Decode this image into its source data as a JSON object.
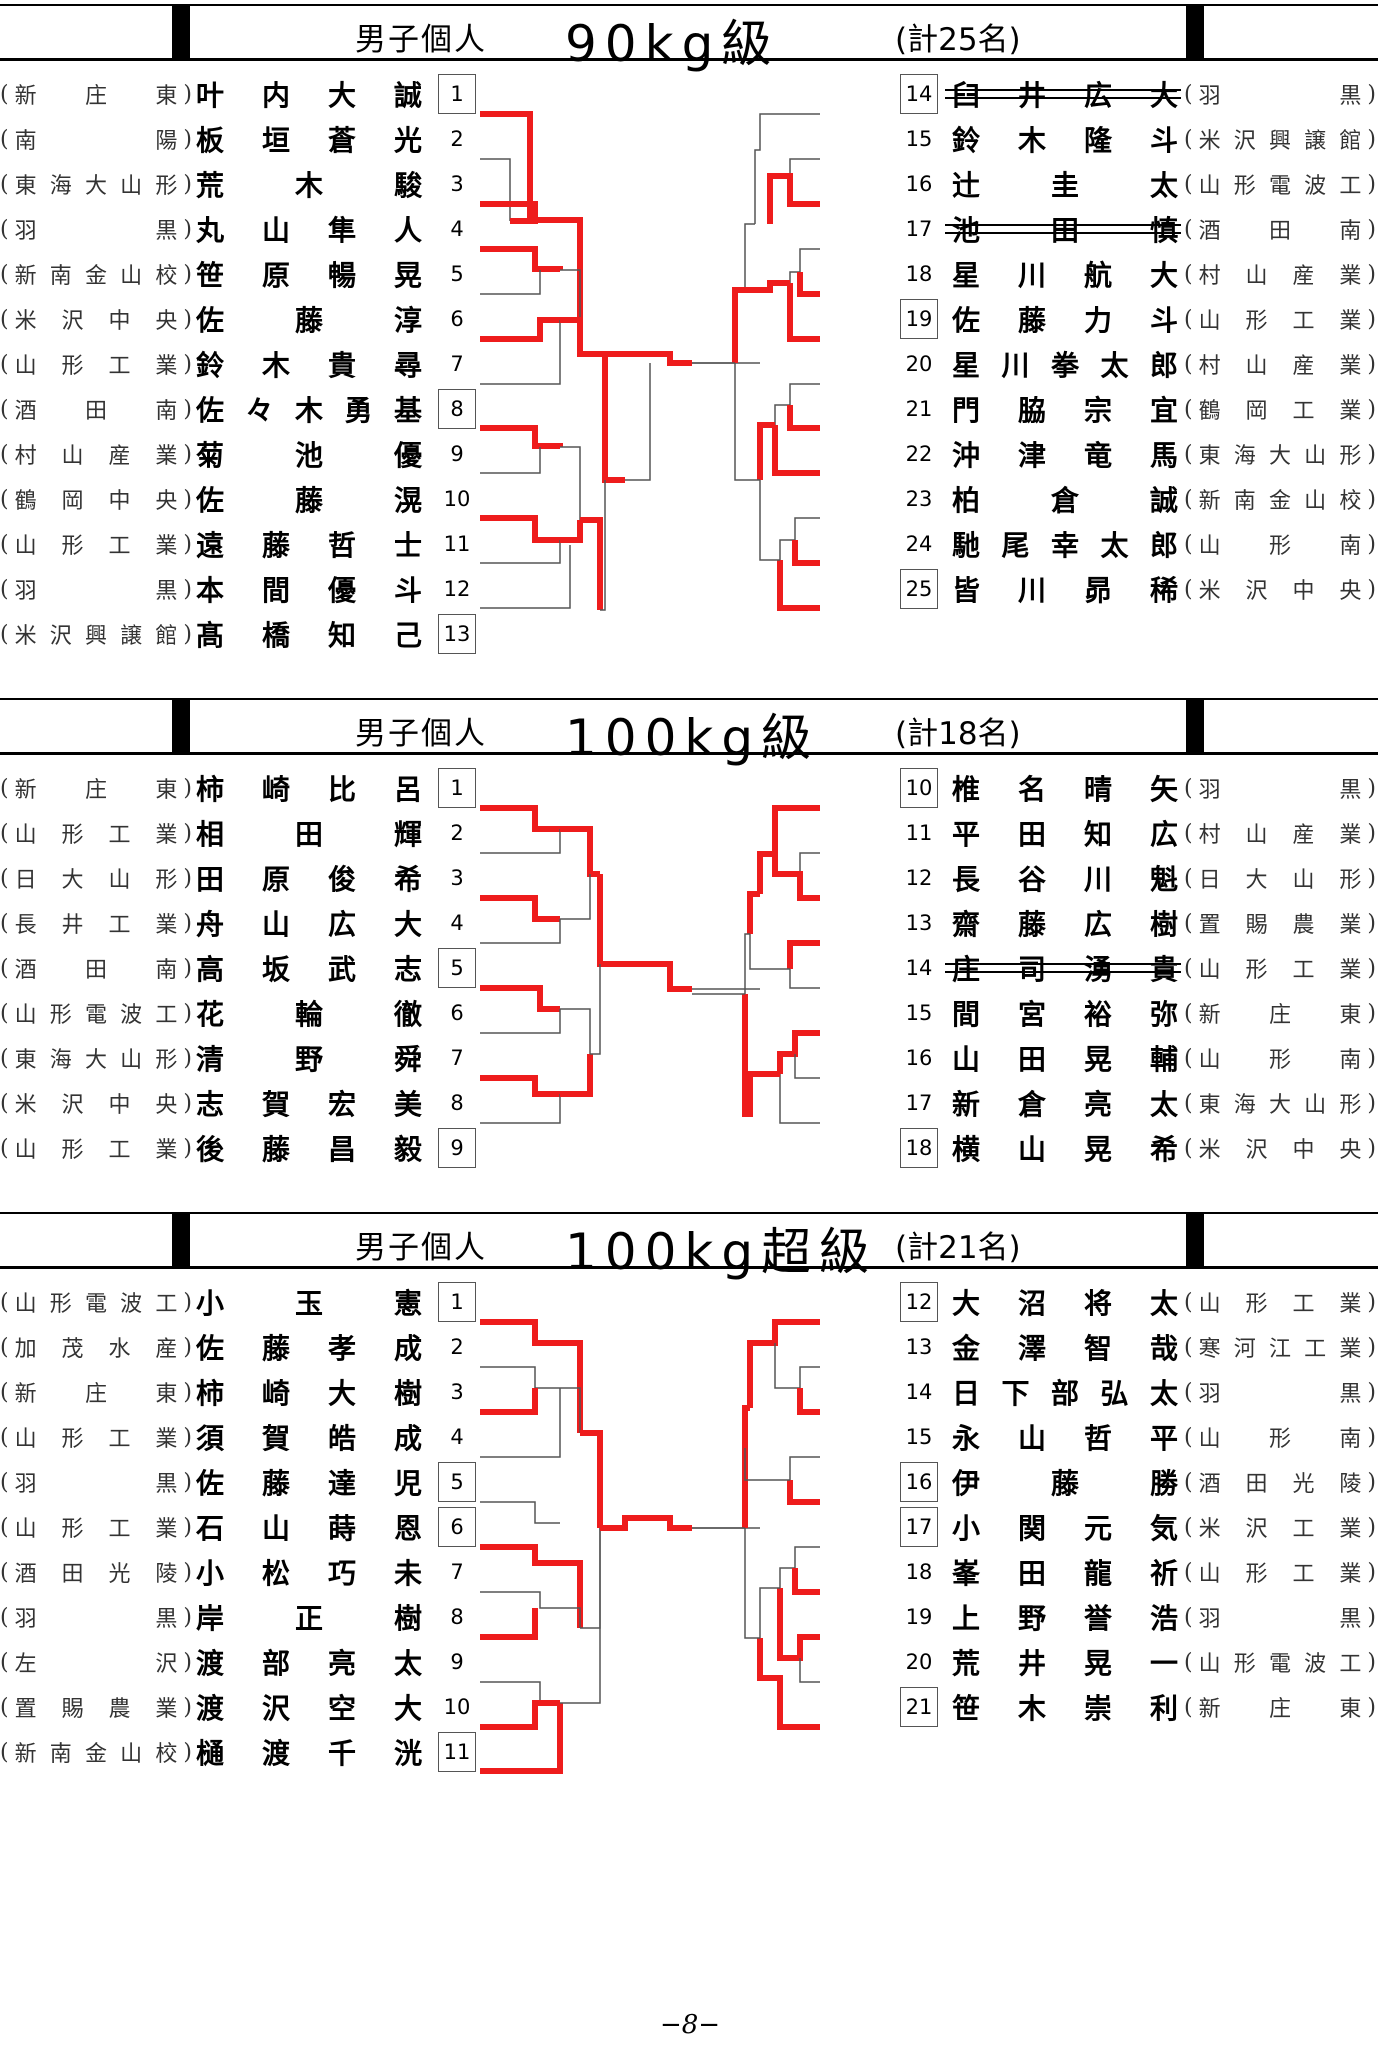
{
  "brackets": [
    {
      "category": "男子個人",
      "weight": "90kg級",
      "count": "(計25名)",
      "left": [
        {
          "num": "1",
          "boxed": true,
          "name": "叶内大誠",
          "school": "新庄東"
        },
        {
          "num": "2",
          "boxed": false,
          "name": "板垣蒼光",
          "school": "南陽"
        },
        {
          "num": "3",
          "boxed": false,
          "name": "荒木駿",
          "school": "東海大山形"
        },
        {
          "num": "4",
          "boxed": false,
          "name": "丸山隼人",
          "school": "羽黒"
        },
        {
          "num": "5",
          "boxed": false,
          "name": "笹原暢晃",
          "school": "新南金山校"
        },
        {
          "num": "6",
          "boxed": false,
          "name": "佐藤淳",
          "school": "米沢中央"
        },
        {
          "num": "7",
          "boxed": false,
          "name": "鈴木貴尋",
          "school": "山形工業"
        },
        {
          "num": "8",
          "boxed": true,
          "name": "佐々木勇基",
          "school": "酒田南"
        },
        {
          "num": "9",
          "boxed": false,
          "name": "菊池優",
          "school": "村山産業"
        },
        {
          "num": "10",
          "boxed": false,
          "name": "佐藤滉",
          "school": "鶴岡中央"
        },
        {
          "num": "11",
          "boxed": false,
          "name": "遠藤哲士",
          "school": "山形工業"
        },
        {
          "num": "12",
          "boxed": false,
          "name": "本間優斗",
          "school": "羽黒"
        },
        {
          "num": "13",
          "boxed": true,
          "name": "髙橋知己",
          "school": "米沢興譲館"
        }
      ],
      "right": [
        {
          "num": "14",
          "boxed": true,
          "name": "臼井広大",
          "school": "羽黒",
          "withdrawn": true
        },
        {
          "num": "15",
          "boxed": false,
          "name": "鈴木隆斗",
          "school": "米沢興譲館"
        },
        {
          "num": "16",
          "boxed": false,
          "name": "辻圭太",
          "school": "山形電波工"
        },
        {
          "num": "17",
          "boxed": false,
          "name": "池田慎",
          "school": "酒田南",
          "withdrawn": true
        },
        {
          "num": "18",
          "boxed": false,
          "name": "星川航大",
          "school": "村山産業"
        },
        {
          "num": "19",
          "boxed": true,
          "name": "佐藤力斗",
          "school": "山形工業"
        },
        {
          "num": "20",
          "boxed": false,
          "name": "星川拳太郎",
          "school": "村山産業"
        },
        {
          "num": "21",
          "boxed": false,
          "name": "門脇宗宜",
          "school": "鶴岡工業"
        },
        {
          "num": "22",
          "boxed": false,
          "name": "沖津竜馬",
          "school": "東海大山形"
        },
        {
          "num": "23",
          "boxed": false,
          "name": "柏倉誠",
          "school": "新南金山校"
        },
        {
          "num": "24",
          "boxed": false,
          "name": "馳尾幸太郎",
          "school": "山形南"
        },
        {
          "num": "25",
          "boxed": true,
          "name": "皆川昴稀",
          "school": "米沢中央"
        }
      ]
    },
    {
      "category": "男子個人",
      "weight": "100kg級",
      "count": "(計18名)",
      "left": [
        {
          "num": "1",
          "boxed": true,
          "name": "柿崎比呂",
          "school": "新庄東"
        },
        {
          "num": "2",
          "boxed": false,
          "name": "相田輝",
          "school": "山形工業"
        },
        {
          "num": "3",
          "boxed": false,
          "name": "田原俊希",
          "school": "日大山形"
        },
        {
          "num": "4",
          "boxed": false,
          "name": "舟山広大",
          "school": "長井工業"
        },
        {
          "num": "5",
          "boxed": true,
          "name": "高坂武志",
          "school": "酒田南"
        },
        {
          "num": "6",
          "boxed": false,
          "name": "花輪徹",
          "school": "山形電波工"
        },
        {
          "num": "7",
          "boxed": false,
          "name": "清野舜",
          "school": "東海大山形"
        },
        {
          "num": "8",
          "boxed": false,
          "name": "志賀宏美",
          "school": "米沢中央"
        },
        {
          "num": "9",
          "boxed": true,
          "name": "後藤昌毅",
          "school": "山形工業"
        }
      ],
      "right": [
        {
          "num": "10",
          "boxed": true,
          "name": "椎名晴矢",
          "school": "羽黒"
        },
        {
          "num": "11",
          "boxed": false,
          "name": "平田知広",
          "school": "村山産業"
        },
        {
          "num": "12",
          "boxed": false,
          "name": "長谷川魁",
          "school": "日大山形"
        },
        {
          "num": "13",
          "boxed": false,
          "name": "齋藤広樹",
          "school": "置賜農業"
        },
        {
          "num": "14",
          "boxed": false,
          "name": "庄司湧貴",
          "school": "山形工業",
          "withdrawn": true
        },
        {
          "num": "15",
          "boxed": false,
          "name": "間宮裕弥",
          "school": "新庄東"
        },
        {
          "num": "16",
          "boxed": false,
          "name": "山田晃輔",
          "school": "山形南"
        },
        {
          "num": "17",
          "boxed": false,
          "name": "新倉亮太",
          "school": "東海大山形"
        },
        {
          "num": "18",
          "boxed": true,
          "name": "横山晃希",
          "school": "米沢中央"
        }
      ]
    },
    {
      "category": "男子個人",
      "weight": "100kg超級",
      "count": "(計21名)",
      "left": [
        {
          "num": "1",
          "boxed": true,
          "name": "小玉憲",
          "school": "山形電波工"
        },
        {
          "num": "2",
          "boxed": false,
          "name": "佐藤孝成",
          "school": "加茂水産"
        },
        {
          "num": "3",
          "boxed": false,
          "name": "柿崎大樹",
          "school": "新庄東"
        },
        {
          "num": "4",
          "boxed": false,
          "name": "須賀皓成",
          "school": "山形工業"
        },
        {
          "num": "5",
          "boxed": true,
          "name": "佐藤達児",
          "school": "羽黒"
        },
        {
          "num": "6",
          "boxed": true,
          "name": "石山蒔恩",
          "school": "山形工業"
        },
        {
          "num": "7",
          "boxed": false,
          "name": "小松巧未",
          "school": "酒田光陵"
        },
        {
          "num": "8",
          "boxed": false,
          "name": "岸正樹",
          "school": "羽黒"
        },
        {
          "num": "9",
          "boxed": false,
          "name": "渡部亮太",
          "school": "左沢"
        },
        {
          "num": "10",
          "boxed": false,
          "name": "渡沢空大",
          "school": "置賜農業"
        },
        {
          "num": "11",
          "boxed": true,
          "name": "樋渡千洸",
          "school": "新南金山校"
        }
      ],
      "right": [
        {
          "num": "12",
          "boxed": true,
          "name": "大沼将太",
          "school": "山形工業"
        },
        {
          "num": "13",
          "boxed": false,
          "name": "金澤智哉",
          "school": "寒河江工業"
        },
        {
          "num": "14",
          "boxed": false,
          "name": "日下部弘太",
          "school": "羽黒"
        },
        {
          "num": "15",
          "boxed": false,
          "name": "永山哲平",
          "school": "山形南"
        },
        {
          "num": "16",
          "boxed": true,
          "name": "伊藤勝",
          "school": "酒田光陵"
        },
        {
          "num": "17",
          "boxed": true,
          "name": "小関元気",
          "school": "米沢工業"
        },
        {
          "num": "18",
          "boxed": false,
          "name": "峯田龍祈",
          "school": "山形工業"
        },
        {
          "num": "19",
          "boxed": false,
          "name": "上野誉浩",
          "school": "羽黒"
        },
        {
          "num": "20",
          "boxed": false,
          "name": "荒井晃一",
          "school": "山形電波工"
        },
        {
          "num": "21",
          "boxed": true,
          "name": "笹木崇利",
          "school": "新庄東"
        }
      ]
    }
  ],
  "page_number": "−8−",
  "colors": {
    "win_line": "#ee1c1c",
    "line": "#555555"
  }
}
